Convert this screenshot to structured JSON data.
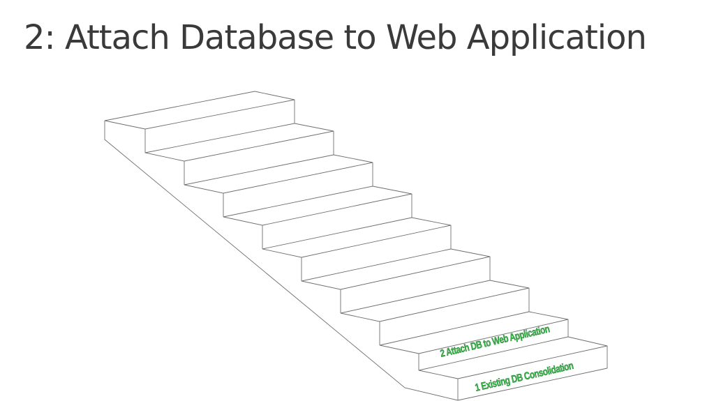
{
  "slide": {
    "title": "2: Attach Database to Web Application"
  },
  "staircase": {
    "step_labels": [
      {
        "text": "1 Existing DB Consolidation",
        "step": 1
      },
      {
        "text": "2 Attach DB to Web Application",
        "step": 2
      }
    ],
    "label_color": "#39b84a",
    "line_color": "#6e6e6e"
  }
}
